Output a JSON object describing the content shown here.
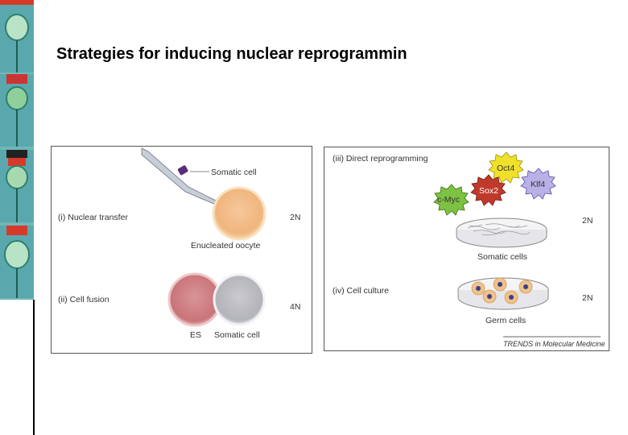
{
  "slide": {
    "title": "Strategies for inducing nuclear reprogrammin"
  },
  "left_panel": {
    "somatic_cell": "Somatic cell",
    "nuclear_transfer": "(i) Nuclear transfer",
    "ploidy_2n": "2N",
    "enucleated_oocyte": "Enucleated oocyte",
    "cell_fusion": "(ii) Cell fusion",
    "ploidy_4n": "4N",
    "es": "ES",
    "somatic_cell_2": "Somatic cell"
  },
  "right_panel": {
    "direct_reprogramming": "(iii) Direct reprogramming",
    "factors": [
      "Oct4",
      "Klf4",
      "Sox2",
      "c-Myc"
    ],
    "ploidy_2n_a": "2N",
    "somatic_cells": "Somatic cells",
    "cell_culture": "(iv) Cell culture",
    "ploidy_2n_b": "2N",
    "germ_cells": "Germ cells",
    "credit": "TRENDS in Molecular Medicine"
  },
  "colors": {
    "sidebar_teal": "#6fb7b9",
    "oct4": "#f0e02a",
    "klf4": "#8a7bd0",
    "sox2": "#c0392b",
    "cmyc": "#7dc242"
  }
}
